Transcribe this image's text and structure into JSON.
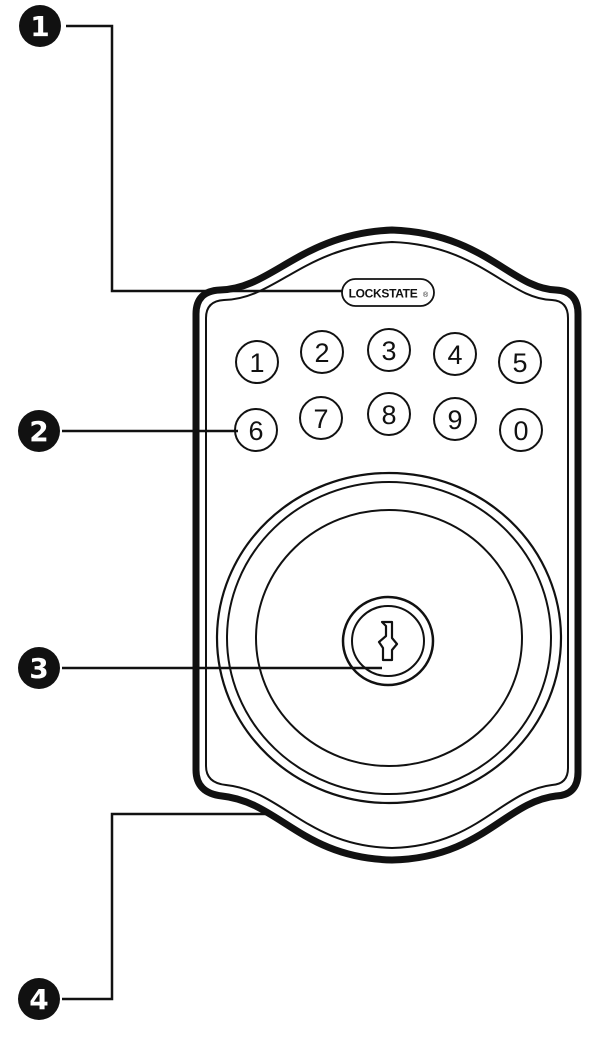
{
  "brand": {
    "name": "LOCKSTATE",
    "registered_mark": "®"
  },
  "keypad": {
    "row1": [
      "1",
      "2",
      "3",
      "4",
      "5"
    ],
    "row2": [
      "6",
      "7",
      "8",
      "9",
      "0"
    ]
  },
  "callouts": [
    {
      "number": "1",
      "target": "brand logo"
    },
    {
      "number": "2",
      "target": "keypad"
    },
    {
      "number": "3",
      "target": "key cylinder"
    },
    {
      "number": "4",
      "target": "escutcheon"
    }
  ],
  "colors": {
    "line": "#111111",
    "background": "#ffffff"
  }
}
